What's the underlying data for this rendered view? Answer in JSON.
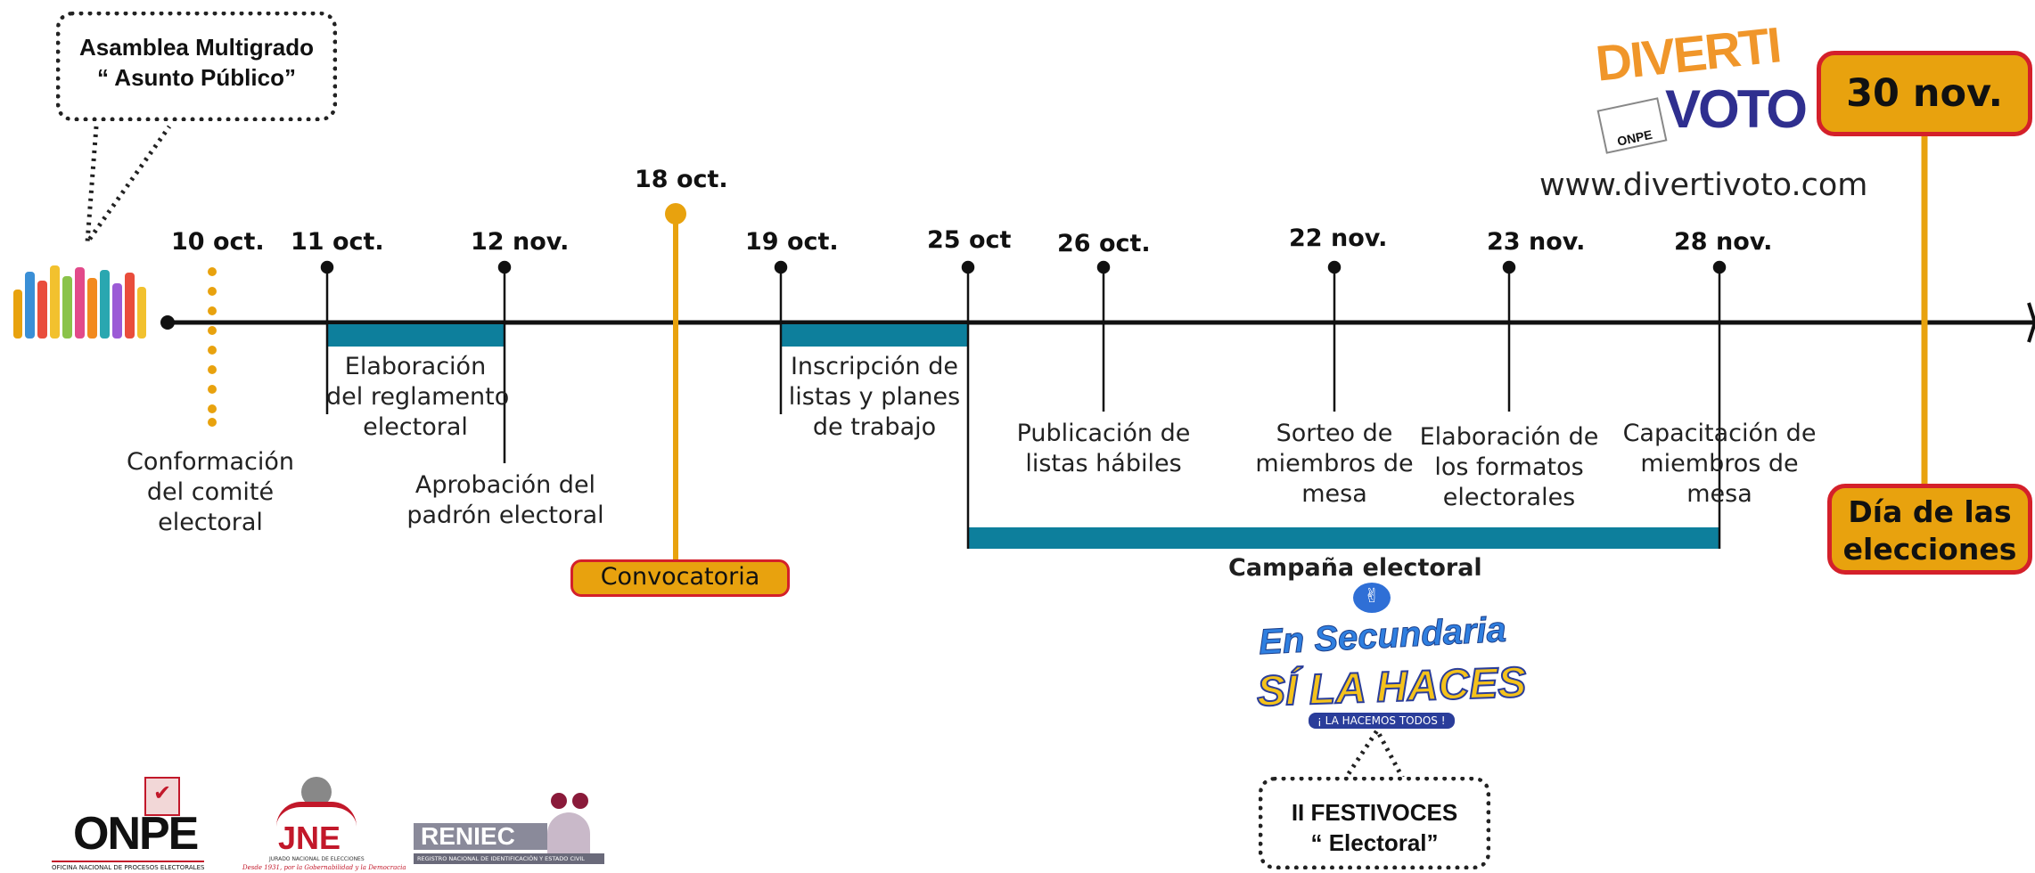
{
  "callouts": {
    "asamblea": {
      "line1": "Asamblea Multigrado",
      "line2": "“ Asunto Público”"
    },
    "festivoces": {
      "line1": "II FESTIVOCES",
      "line2": "“ Electoral”"
    }
  },
  "website": "www.divertivoto.com",
  "logos": {
    "divertivoto": {
      "top": "DIVERTI",
      "bottom": "VOTO",
      "badge": "ONPE"
    },
    "onpe": {
      "name": "ONPE",
      "subtitle": "OFICINA NACIONAL DE PROCESOS ELECTORALES"
    },
    "jne": {
      "name": "JNE",
      "subtitle": "JURADO NACIONAL DE ELECCIONES",
      "motto": "Desde 1931, por la Gobernabilidad y la Democracia"
    },
    "reniec": {
      "name": "RENIEC",
      "subtitle": "REGISTRO NACIONAL DE IDENTIFICACIÓN Y ESTADO CIVIL"
    },
    "secundaria": {
      "line1": "En Secundaria",
      "line2": "SÍ LA HACES",
      "line3": "¡ LA HACEMOS TODOS !"
    }
  },
  "milestones": [
    {
      "date": "10 oct.",
      "label": [
        "Conformación",
        "del comité",
        "electoral"
      ]
    },
    {
      "date": "11 oct.",
      "label": [
        "Elaboración",
        "del reglamento",
        "electoral"
      ]
    },
    {
      "date": "12 nov.",
      "label": [
        "Aprobación del",
        "padrón electoral"
      ]
    },
    {
      "date": "18 oct.",
      "label": [
        "Convocatoria"
      ]
    },
    {
      "date": "19 oct.",
      "label": [
        "Inscripción de",
        "listas y planes",
        "de trabajo"
      ]
    },
    {
      "date": "25 oct",
      "label": []
    },
    {
      "date": "26 oct.",
      "label": [
        "Publicación de",
        "listas hábiles"
      ]
    },
    {
      "date": "22 nov.",
      "label": [
        "Sorteo de",
        "miembros de",
        "mesa"
      ]
    },
    {
      "date": "23 nov.",
      "label": [
        "Elaboración de",
        "los formatos",
        "electorales"
      ]
    },
    {
      "date": "28 nov.",
      "label": [
        "Capacitación de",
        "miembros de",
        "mesa"
      ]
    },
    {
      "date": "30 nov.",
      "label": [
        "Día de las",
        "elecciones"
      ]
    }
  ],
  "campaign": "Campaña electoral",
  "colors": {
    "teal": "#0d7f9c",
    "orange": "#e8a20e",
    "red": "#d4202a",
    "line": "#111111"
  }
}
